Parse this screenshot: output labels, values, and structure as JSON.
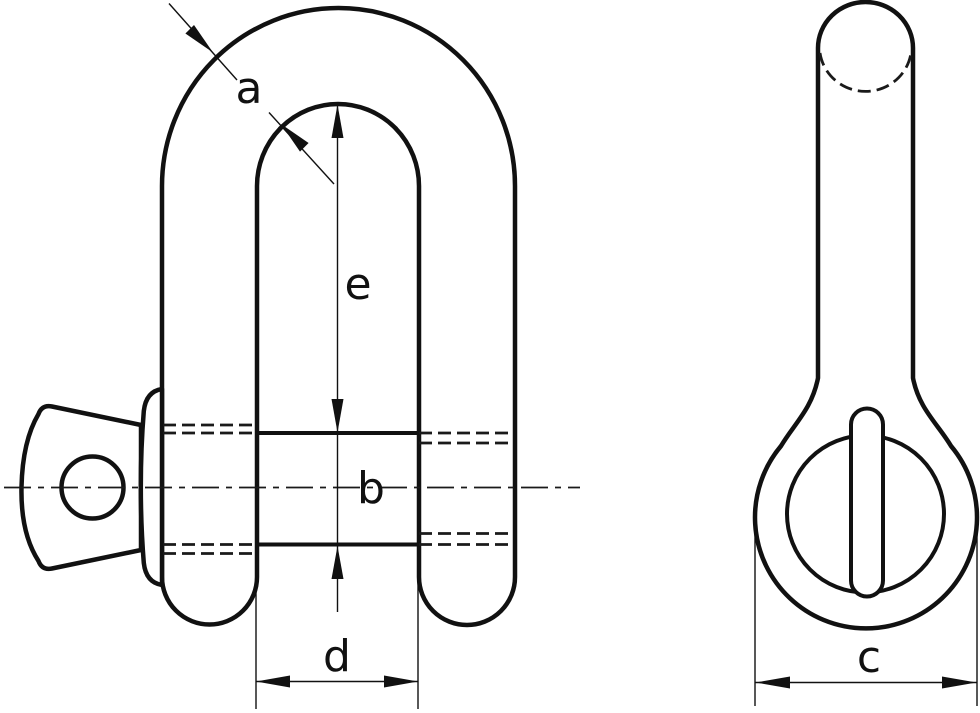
{
  "drawing": {
    "description": "technical dimension diagram of a dee shackle with screw pin, front view and side view",
    "colors": {
      "line": "#111111",
      "background": "#ffffff"
    },
    "labels": {
      "a": "a",
      "b": "b",
      "c": "c",
      "d": "d",
      "e": "e"
    }
  }
}
